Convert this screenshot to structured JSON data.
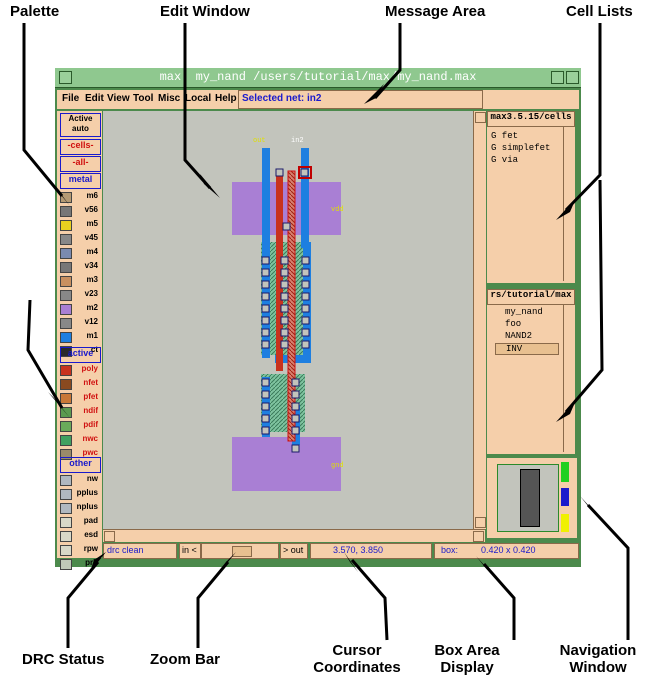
{
  "callouts": {
    "palette": "Palette",
    "edit_window": "Edit  Window",
    "message_area": "Message  Area",
    "cell_lists": "Cell Lists",
    "drc_status": "DRC  Status",
    "zoom_bar": "Zoom Bar",
    "cursor_coordinates_1": "Cursor",
    "cursor_coordinates_2": "Coordinates",
    "box_area_1": "Box Area",
    "box_area_2": "Display",
    "navigation_1": "Navigation",
    "navigation_2": "Window"
  },
  "window": {
    "title": "max:  my_nand /users/tutorial/max/my_nand.max"
  },
  "menu": {
    "items": [
      "File",
      "Edit",
      "View",
      "Tool",
      "Misc",
      "Local",
      "Help"
    ]
  },
  "message": {
    "text": "Selected net: in2"
  },
  "palette": {
    "active_auto": "Active\nauto",
    "cells": "-cells-",
    "all": "-all-",
    "metal": "metal",
    "active_hdr": "active",
    "other": "other",
    "metal_layers": [
      {
        "label": "m6",
        "color": "#b49a74"
      },
      {
        "label": "v56",
        "color": "#777777"
      },
      {
        "label": "m5",
        "color": "#e8d020"
      },
      {
        "label": "v45",
        "color": "#888888"
      },
      {
        "label": "m4",
        "color": "#7a8ab0"
      },
      {
        "label": "v34",
        "color": "#777777"
      },
      {
        "label": "m3",
        "color": "#c89060"
      },
      {
        "label": "v23",
        "color": "#888888"
      },
      {
        "label": "m2",
        "color": "#a97fd4"
      },
      {
        "label": "v12",
        "color": "#888888"
      },
      {
        "label": "m1",
        "color": "#1e7fe0"
      },
      {
        "label": "ct",
        "color": "#2a2a2a"
      }
    ],
    "active_layers": [
      {
        "label": "poly",
        "color": "#c8321e"
      },
      {
        "label": "nfet",
        "color": "#8a4a20"
      },
      {
        "label": "pfet",
        "color": "#c87838"
      },
      {
        "label": "ndif",
        "color": "#5a9a50"
      },
      {
        "label": "pdif",
        "color": "#6aaa5a"
      },
      {
        "label": "nwc",
        "color": "#40a060"
      },
      {
        "label": "pwc",
        "color": "#9a8a6a"
      }
    ],
    "other_layers": [
      {
        "label": "nw",
        "color": "#b0b8c0"
      },
      {
        "label": "pplus",
        "color": "#b0b8c0"
      },
      {
        "label": "nplus",
        "color": "#b0b8c0"
      },
      {
        "label": "pad",
        "color": "#d8d8c8"
      },
      {
        "label": "esd",
        "color": "#d8d8c8"
      },
      {
        "label": "rpw",
        "color": "#d8d8c8"
      },
      {
        "label": "prb",
        "color": "#c0c8b8"
      }
    ]
  },
  "layout_labels": {
    "top_net_1": "out",
    "top_net_2": "in2",
    "vdd": "vdd",
    "gnd": "gnd"
  },
  "status_bar": {
    "drc": "drc clean",
    "zoom_in": "in <",
    "zoom_out": "> out",
    "coordinates": "3.570,    3.850",
    "box_label": "box:",
    "box_value": "0.420 x 0.420"
  },
  "cell_lists": {
    "lib1_header": "max3.5.15/cells",
    "lib1_items": [
      {
        "prefix": "G",
        "name": "fet"
      },
      {
        "prefix": "G",
        "name": "simplefet"
      },
      {
        "prefix": "G",
        "name": "via"
      }
    ],
    "lib2_header": "rs/tutorial/max",
    "lib2_items": [
      "my_nand",
      "foo",
      "NAND2",
      "INV"
    ]
  },
  "colors": {
    "frame": "#4c8a4c",
    "panel": "#f5cfaa",
    "canvas": "#c2c4bc",
    "metal2": "#a97fd4",
    "metal1": "#1e7fe0",
    "poly": "#c8321e",
    "accent": "#1a1acc"
  }
}
